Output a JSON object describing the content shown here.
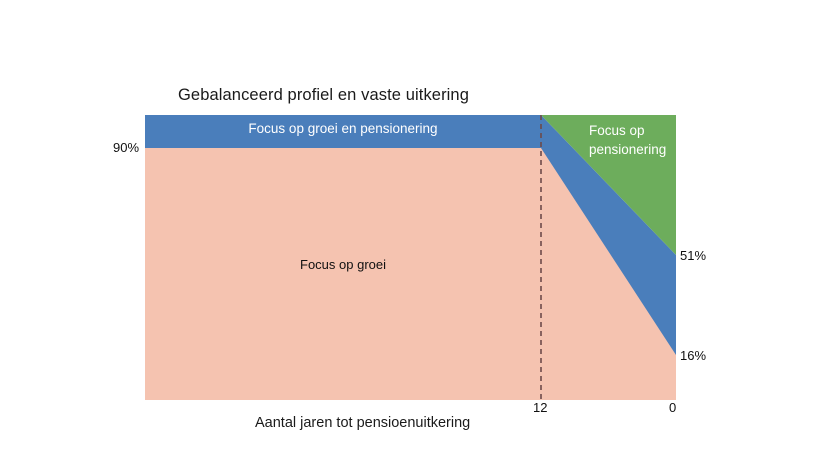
{
  "chart_data": {
    "type": "area",
    "title": "Gebalanceerd profiel en vaste uitkering",
    "xlabel": "Aantal jaren tot pensioenuitkering",
    "ylabel": "",
    "grid": false,
    "legend_position": "inline-annotations",
    "x_axis": {
      "direction": "descending",
      "tick_labels": [
        "12",
        "0"
      ],
      "tick_values": [
        12,
        0
      ],
      "domain_left_value": 40,
      "domain_right_value": 0,
      "glidepath_start_value": 12
    },
    "y_axis": {
      "unit": "%",
      "value_labels": [
        "90%",
        "51%",
        "16%"
      ],
      "values": [
        90,
        51,
        16
      ],
      "range": [
        0,
        100
      ]
    },
    "series": [
      {
        "name": "Focus op groei",
        "color": "#F5C3B0",
        "label": "Focus op groei",
        "label_color": "#111111",
        "points": [
          {
            "x": 40,
            "y": 90
          },
          {
            "x": 12,
            "y": 90
          },
          {
            "x": 0,
            "y": 16
          }
        ]
      },
      {
        "name": "Focus op groei en pensionering",
        "color": "#4A7EBB",
        "label": "Focus op groei en pensionering",
        "label_color": "#ffffff",
        "points": [
          {
            "x": 40,
            "y": 100
          },
          {
            "x": 12,
            "y": 100
          },
          {
            "x": 0,
            "y": 51
          }
        ]
      },
      {
        "name": "Focus op pensionering",
        "color": "#6DAD5C",
        "label_line1": "Focus op",
        "label_line2": "pensionering",
        "label_color": "#ffffff",
        "points": [
          {
            "x": 12,
            "y": 100
          },
          {
            "x": 0,
            "y": 100
          },
          {
            "x": 0,
            "y": 51
          }
        ]
      }
    ],
    "annotations": [
      {
        "name": "glidepath-start-marker",
        "type": "vertical-dashed-line",
        "x": 12,
        "color": "#6E4A4A"
      }
    ],
    "colors": {
      "growth": "#F5C3B0",
      "growth_and_retirement": "#4A7EBB",
      "retirement": "#6DAD5C",
      "dashed_line": "#6E4A4A",
      "background": "#FFFFFF",
      "text": "#111111",
      "text_on_fill": "#FFFFFF"
    }
  },
  "labels": {
    "title": "Gebalanceerd profiel en vaste uitkering",
    "blue_band": "Focus op groei en pensionering",
    "growth_region": "Focus op groei",
    "green_region_line1": "Focus op",
    "green_region_line2": "pensionering",
    "y_90": "90%",
    "y_51": "51%",
    "y_16": "16%",
    "x_tick_12": "12",
    "x_tick_0": "0",
    "x_axis_title": "Aantal jaren tot pensioenuitkering"
  }
}
